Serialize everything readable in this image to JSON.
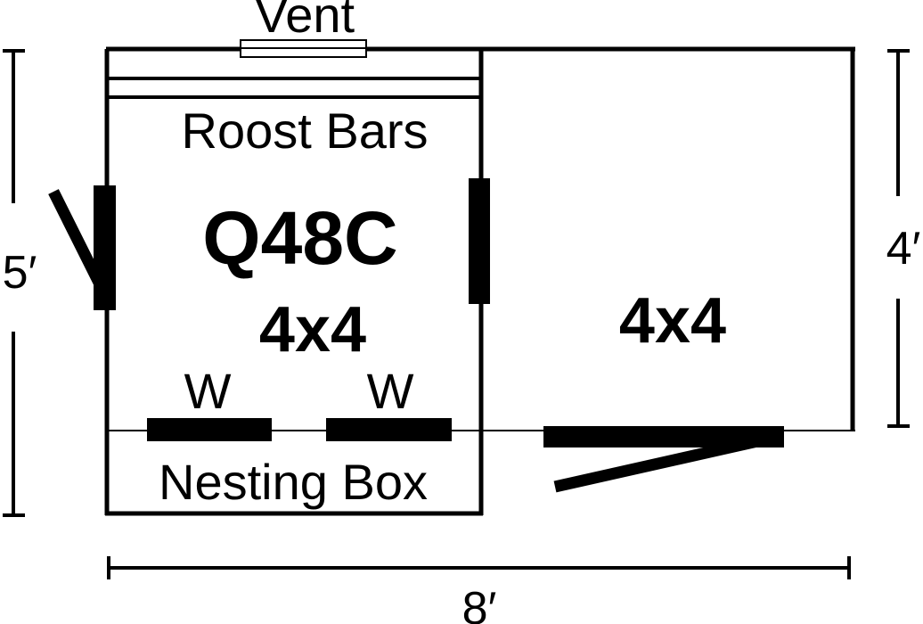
{
  "diagram": {
    "vent_label": "Vent",
    "roost_label": "Roost Bars",
    "model_label": "Q48C",
    "coop_size_label": "4x4",
    "run_size_label": "4x4",
    "window_left_label": "W",
    "window_right_label": "W",
    "nesting_label": "Nesting Box",
    "dim_left": "5′",
    "dim_right": "4′",
    "dim_bottom": "8′",
    "color": "#000000"
  }
}
